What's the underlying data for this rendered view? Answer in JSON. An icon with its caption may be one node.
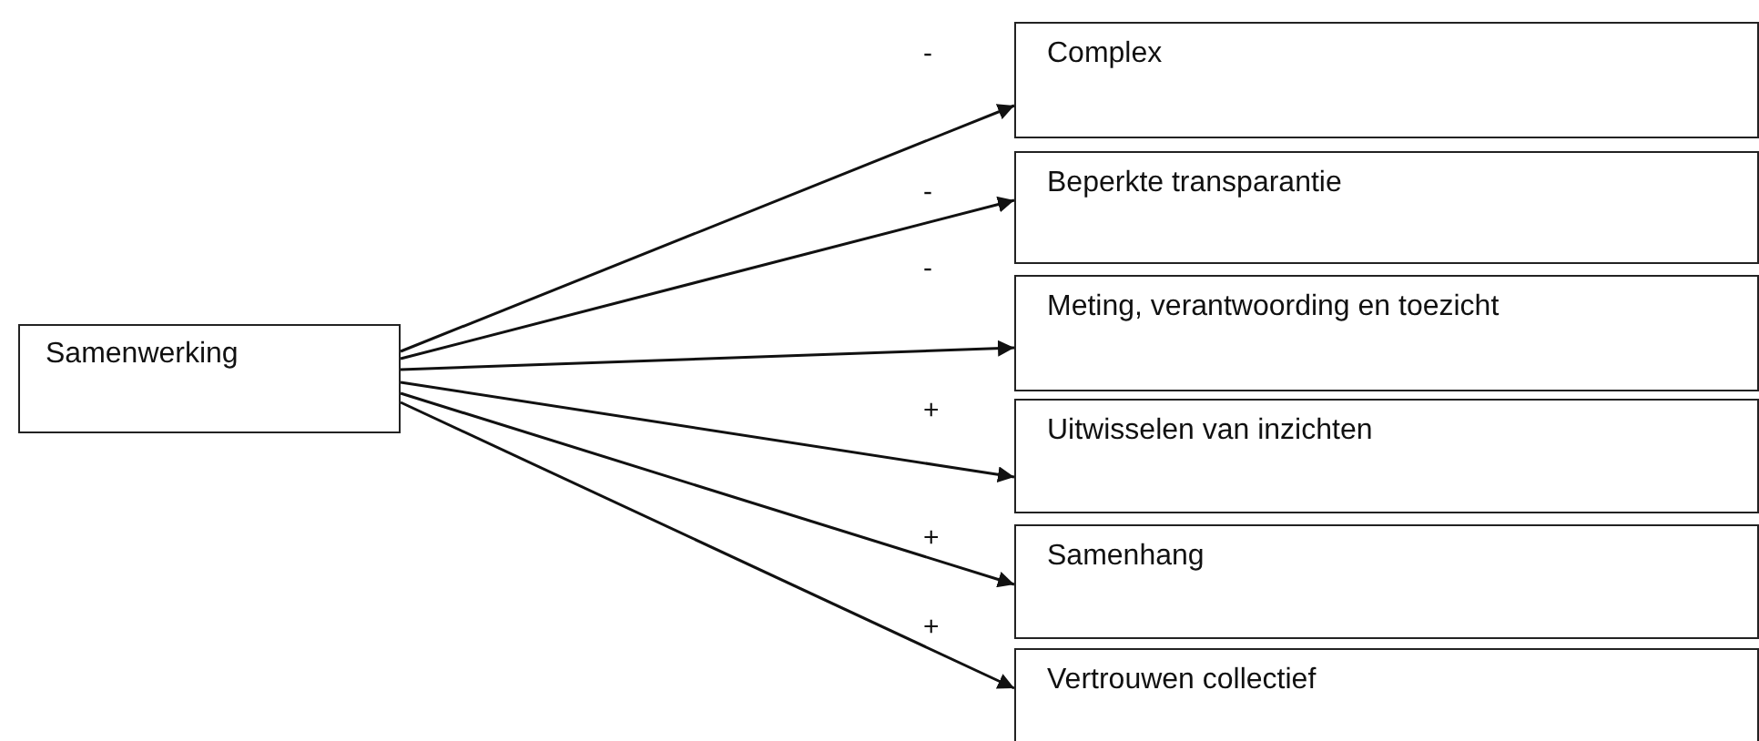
{
  "diagram": {
    "nodes": [
      {
        "text": [
          "Samenwerking"
        ]
      },
      {
        "text": [
          "Complex"
        ]
      },
      {
        "text": [
          "Beperkte transparantie"
        ]
      },
      {
        "text": [
          "Meting, verantwoording en toezicht"
        ]
      },
      {
        "text": [
          "Uitwisselen van inzichten"
        ]
      },
      {
        "text": [
          "Samenhang"
        ]
      },
      {
        "text": [
          "Vertrouwen collectief"
        ]
      }
    ],
    "edges": [
      {
        "from": 0,
        "to": 1,
        "arrow": "to",
        "label": "-"
      },
      {
        "from": 0,
        "to": 2,
        "arrow": "to",
        "label": "-"
      },
      {
        "from": 0,
        "to": 3,
        "arrow": "to",
        "label": "-"
      },
      {
        "from": 0,
        "to": 4,
        "arrow": "to",
        "label": "+"
      },
      {
        "from": 0,
        "to": 5,
        "arrow": "to",
        "label": "+"
      },
      {
        "from": 0,
        "to": 6,
        "arrow": "to",
        "label": "+"
      }
    ]
  }
}
